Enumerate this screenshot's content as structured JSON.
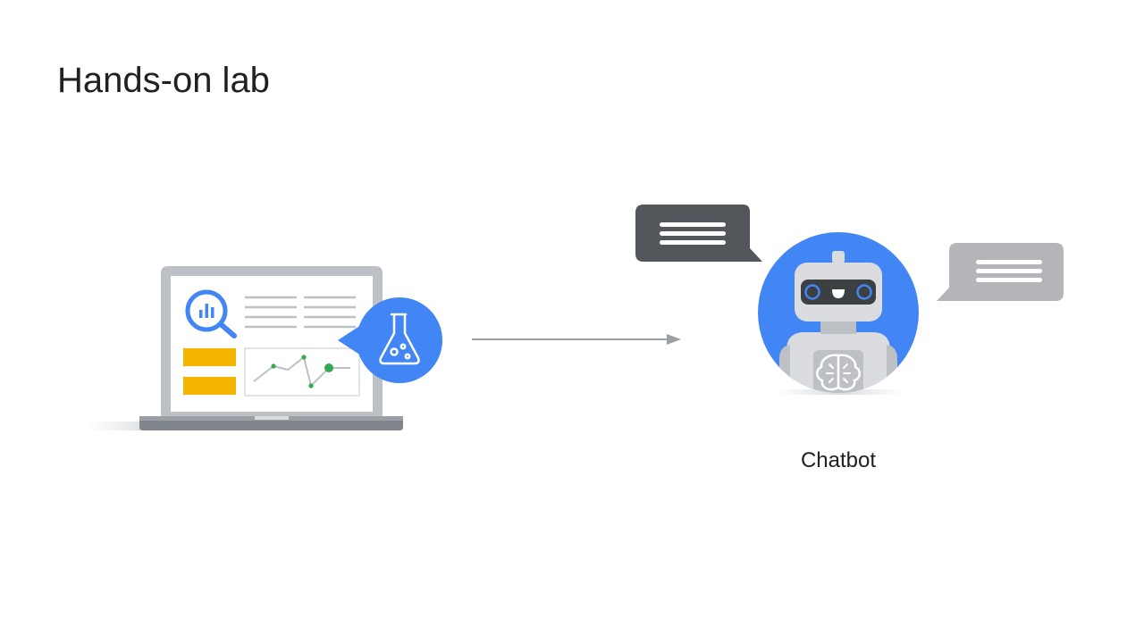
{
  "slide": {
    "title": "Hands-on lab"
  },
  "diagram": {
    "nodes": [
      {
        "id": "lab",
        "icons": [
          "laptop-icon",
          "bigquery-icon",
          "lab-flask-icon",
          "line-chart-icon"
        ],
        "label": ""
      },
      {
        "id": "chatbot",
        "icons": [
          "robot-icon",
          "brain-icon",
          "speech-bubble-icon"
        ],
        "label": "Chatbot"
      }
    ],
    "edges": [
      {
        "from": "lab",
        "to": "chatbot"
      }
    ]
  },
  "colors": {
    "blue": "#4285F4",
    "yellow": "#F4B400",
    "green": "#34A853",
    "dark_bubble": "#53575B",
    "light_bubble": "#B3B5B8",
    "laptop_gray": "#BDC1C6",
    "arrow": "#9AA0A6"
  }
}
